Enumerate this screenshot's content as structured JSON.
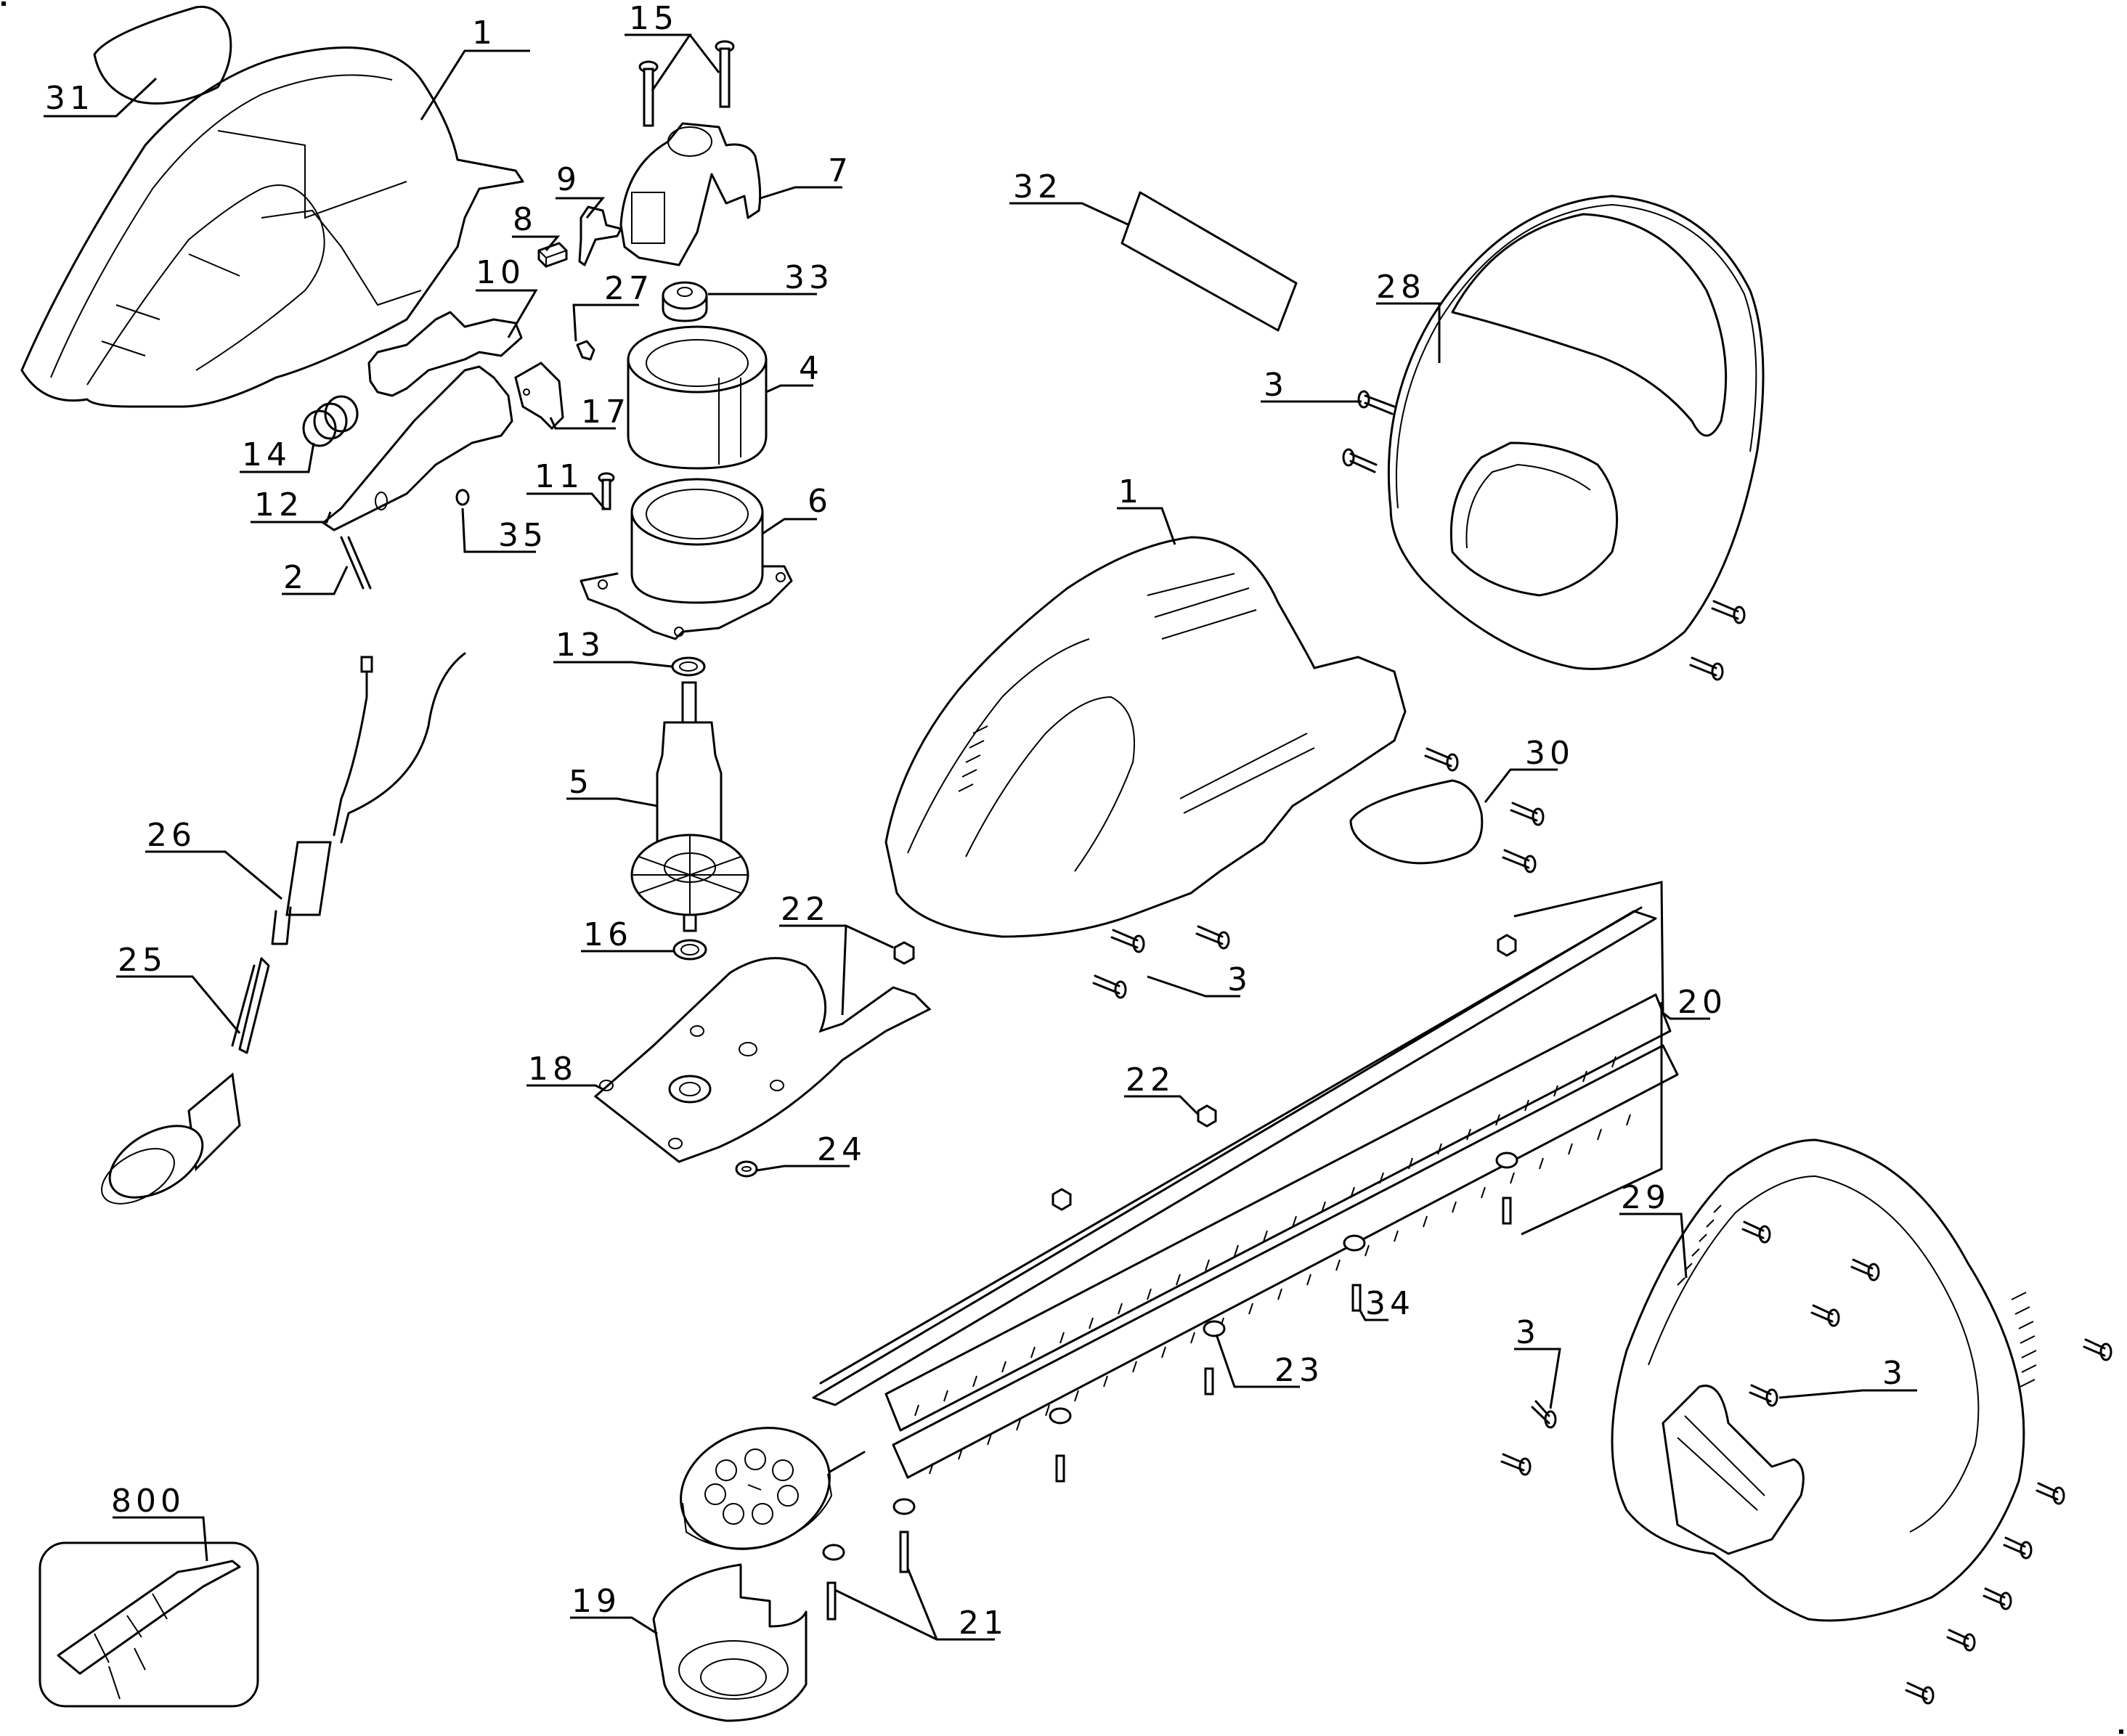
{
  "diagram": {
    "type": "exploded-parts-diagram",
    "subject": "electric hedge trimmer",
    "callouts": [
      {
        "id": "c31",
        "label": "31",
        "part": "label-plate-left"
      },
      {
        "id": "c1a",
        "label": "1",
        "part": "housing-left-half"
      },
      {
        "id": "c15",
        "label": "15",
        "part": "screws"
      },
      {
        "id": "c7",
        "label": "7",
        "part": "brush-holder"
      },
      {
        "id": "c9",
        "label": "9",
        "part": "brush-terminal"
      },
      {
        "id": "c8",
        "label": "8",
        "part": "carbon-brush"
      },
      {
        "id": "c10",
        "label": "10",
        "part": "lock-off-button"
      },
      {
        "id": "c27",
        "label": "27",
        "part": "clip"
      },
      {
        "id": "c33",
        "label": "33",
        "part": "bushing"
      },
      {
        "id": "c32",
        "label": "32",
        "part": "nameplate"
      },
      {
        "id": "c28",
        "label": "28",
        "part": "rear-handle-cover"
      },
      {
        "id": "c3a",
        "label": "3",
        "part": "screw"
      },
      {
        "id": "c4",
        "label": "4",
        "part": "field-housing"
      },
      {
        "id": "c17",
        "label": "17",
        "part": "switch"
      },
      {
        "id": "c14",
        "label": "14",
        "part": "spring"
      },
      {
        "id": "c11",
        "label": "11",
        "part": "screw"
      },
      {
        "id": "c6",
        "label": "6",
        "part": "motor-housing"
      },
      {
        "id": "c12",
        "label": "12",
        "part": "trigger"
      },
      {
        "id": "c35",
        "label": "35",
        "part": "screw"
      },
      {
        "id": "c2",
        "label": "2",
        "part": "spring"
      },
      {
        "id": "c1b",
        "label": "1",
        "part": "housing-assembly"
      },
      {
        "id": "c13",
        "label": "13",
        "part": "washer"
      },
      {
        "id": "c30",
        "label": "30",
        "part": "label-plate-right"
      },
      {
        "id": "c5",
        "label": "5",
        "part": "armature"
      },
      {
        "id": "c26",
        "label": "26",
        "part": "cord-set"
      },
      {
        "id": "c22a",
        "label": "22",
        "part": "nut"
      },
      {
        "id": "c3b",
        "label": "3",
        "part": "screw"
      },
      {
        "id": "c20",
        "label": "20",
        "part": "blade-assembly"
      },
      {
        "id": "c25",
        "label": "25",
        "part": "cord-plug"
      },
      {
        "id": "c16",
        "label": "16",
        "part": "washer"
      },
      {
        "id": "c18",
        "label": "18",
        "part": "gear-case"
      },
      {
        "id": "c22b",
        "label": "22",
        "part": "nut"
      },
      {
        "id": "c24",
        "label": "24",
        "part": "washer"
      },
      {
        "id": "c29",
        "label": "29",
        "part": "front-handle"
      },
      {
        "id": "c34",
        "label": "34",
        "part": "screw"
      },
      {
        "id": "c3c",
        "label": "3",
        "part": "screw"
      },
      {
        "id": "c23",
        "label": "23",
        "part": "spacer"
      },
      {
        "id": "c3d",
        "label": "3",
        "part": "screw"
      },
      {
        "id": "c800",
        "label": "800",
        "part": "cord-retainer-kit"
      },
      {
        "id": "c19",
        "label": "19",
        "part": "gear-cover"
      },
      {
        "id": "c21",
        "label": "21",
        "part": "screws"
      }
    ]
  }
}
